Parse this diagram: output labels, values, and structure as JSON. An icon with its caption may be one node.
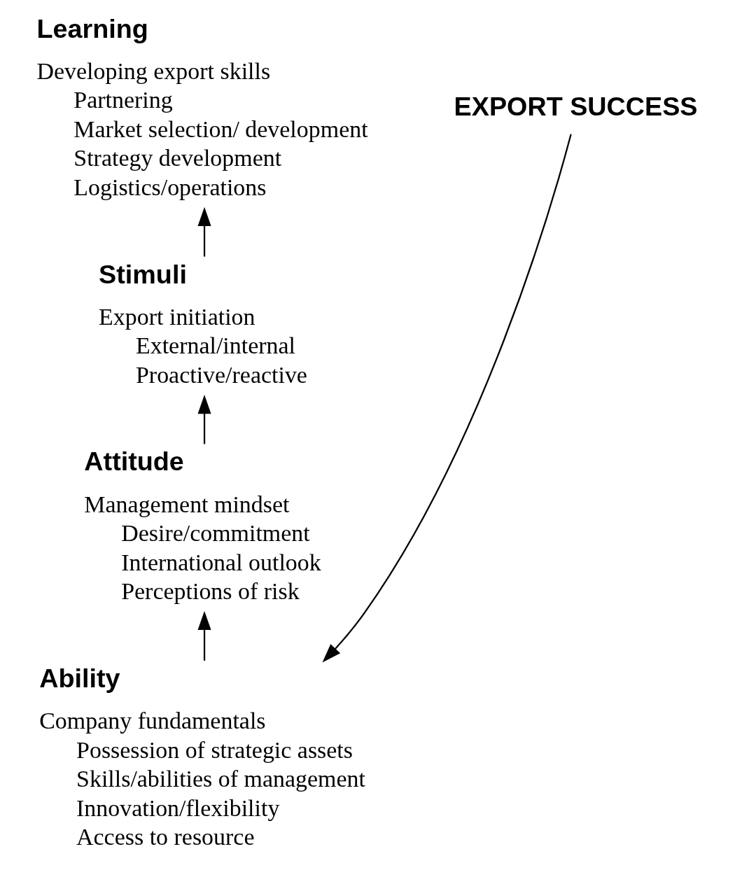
{
  "diagram": {
    "nodes": [
      {
        "text": [
          "Ability",
          "Company fundamentals",
          "Possession of strategic assets",
          "Skills/abilities of management",
          "Innovation/flexibility",
          "Access to resource"
        ]
      },
      {
        "text": [
          "Attitude",
          "Management mindset",
          "Desire/commitment",
          "International outlook",
          "Perceptions of risk"
        ]
      },
      {
        "text": [
          "Stimuli",
          "Export initiation",
          "External/internal",
          "Proactive/reactive"
        ]
      },
      {
        "text": [
          "Learning",
          "Developing export skills",
          "Partnering",
          "Market selection/ development",
          "Strategy development",
          "Logistics/operations"
        ]
      },
      {
        "text": [
          "EXPORT SUCCESS"
        ]
      }
    ],
    "edges": [
      {
        "from": 0,
        "to": 1,
        "arrow": "to"
      },
      {
        "from": 1,
        "to": 2,
        "arrow": "to"
      },
      {
        "from": 2,
        "to": 3,
        "arrow": "to"
      },
      {
        "from": 4,
        "to": 0,
        "arrow": "to"
      }
    ]
  }
}
